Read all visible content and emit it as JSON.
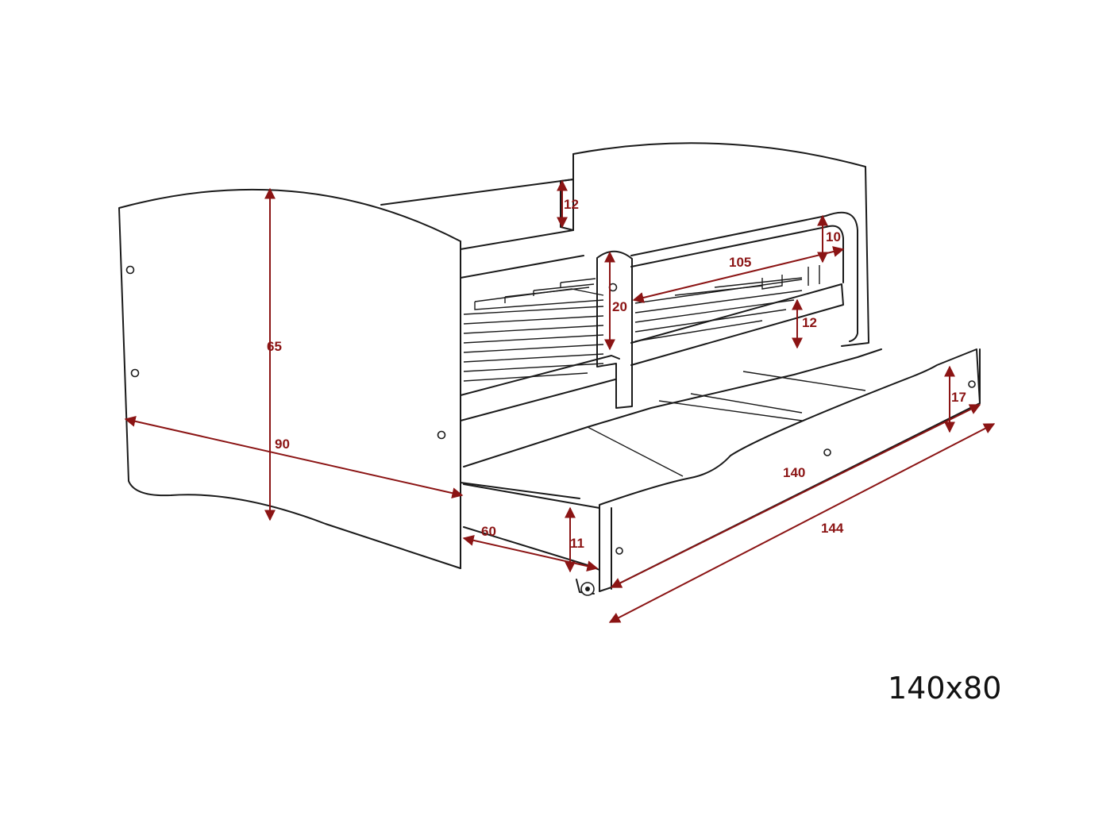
{
  "size_label": "140x80",
  "colors": {
    "outline": "#1a1a1a",
    "dimension": "#8b1414",
    "background": "#ffffff"
  },
  "dimensions": {
    "headboard_height": "65",
    "bed_depth": "90",
    "back_panel_height": "12",
    "rail_top_height": "10",
    "rail_length": "105",
    "rail_gap": "20",
    "rail_bottom_height": "12",
    "drawer_front_height": "17",
    "drawer_length": "140",
    "total_length": "144",
    "drawer_depth": "60",
    "drawer_side_height": "11"
  }
}
